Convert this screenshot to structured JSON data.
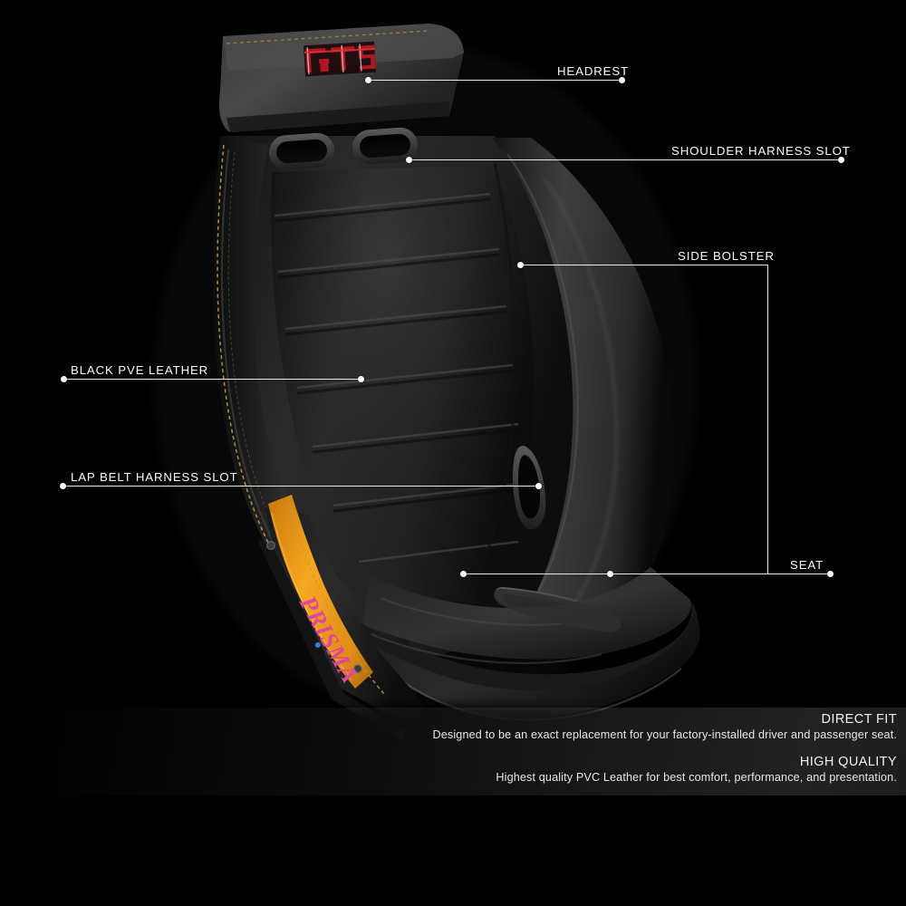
{
  "product": {
    "type": "racing-bucket-seat",
    "headrest_logo_text": "GTS",
    "headrest_logo_color": "#b01722",
    "side_logo_text": "PRISMA",
    "side_logo_color": "#e0479b",
    "leather_color": "#1c1c1c",
    "accent_panel_color": "#f0a11b",
    "stitching_color": "#c79a3c",
    "background_color": "#000000"
  },
  "callouts": [
    {
      "id": "headrest",
      "label": "HEADREST"
    },
    {
      "id": "shoulder-harness-slot",
      "label": "SHOULDER HARNESS SLOT"
    },
    {
      "id": "side-bolster",
      "label": "SIDE BOLSTER"
    },
    {
      "id": "black-pve-leather",
      "label": "BLACK PVE LEATHER"
    },
    {
      "id": "lap-belt-harness-slot",
      "label": "LAP BELT HARNESS SLOT"
    },
    {
      "id": "seat",
      "label": "SEAT"
    }
  ],
  "features": [
    {
      "id": "direct-fit",
      "title": "DIRECT FIT",
      "description": "Designed to be an exact replacement for your factory-installed driver and passenger seat."
    },
    {
      "id": "high-quality",
      "title": "HIGH QUALITY",
      "description": "Highest quality PVC Leather for best comfort, performance, and presentation."
    }
  ]
}
